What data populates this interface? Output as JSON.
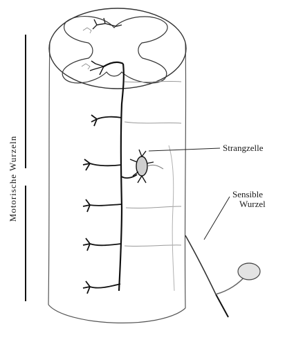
{
  "labels": {
    "strangzelle": "Strangzelle",
    "sensible": "Sensible",
    "wurzel": "Wurzel",
    "motorische_wurzeln": "Motorische Wurzeln"
  }
}
